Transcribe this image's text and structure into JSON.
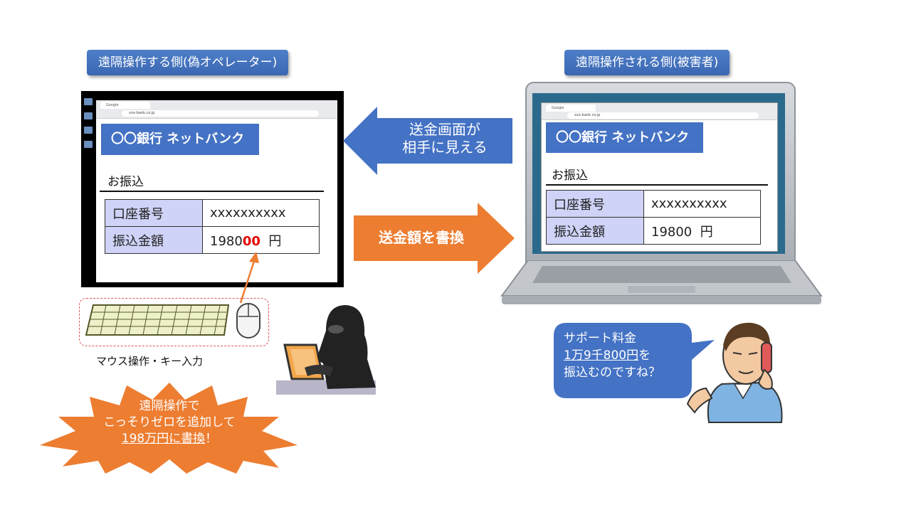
{
  "left_header": "遠隔操作する側(偽オペレーター)",
  "right_header": "遠隔操作される側(被害者)",
  "bank_title": "〇〇銀行 ネットバンク",
  "section_label": "お振込",
  "form": {
    "account_label": "口座番号",
    "account_value": "xxxxxxxxxx",
    "amount_label": "振込金額",
    "left_amount_base": "1980",
    "left_amount_added": "00",
    "right_amount": "19800",
    "currency": "円"
  },
  "arrow_back": {
    "line1": "送金画面が",
    "line2": "相手に見える"
  },
  "arrow_forward": "送金額を書換",
  "input_caption": "マウス操作・キー入力",
  "burst": {
    "line1": "遠隔操作で",
    "line2": "こっそりゼロを追加して",
    "line3": "198万円に書換",
    "line3_suffix": "！"
  },
  "speech": {
    "line1": "サポート料金",
    "line2": "1万9千800円",
    "line2_suffix": "を",
    "line3": "振込むのですね？"
  },
  "browser": {
    "tab_label": "Google",
    "url": "xxx-bank.co.jp"
  },
  "colors": {
    "header_blue": "#3b67b3",
    "bank_blue": "#4472c4",
    "arrow_blue": "#4472c4",
    "arrow_orange": "#ed7d31",
    "label_cell": "#cfd3f7",
    "highlight_red": "#e30000"
  }
}
